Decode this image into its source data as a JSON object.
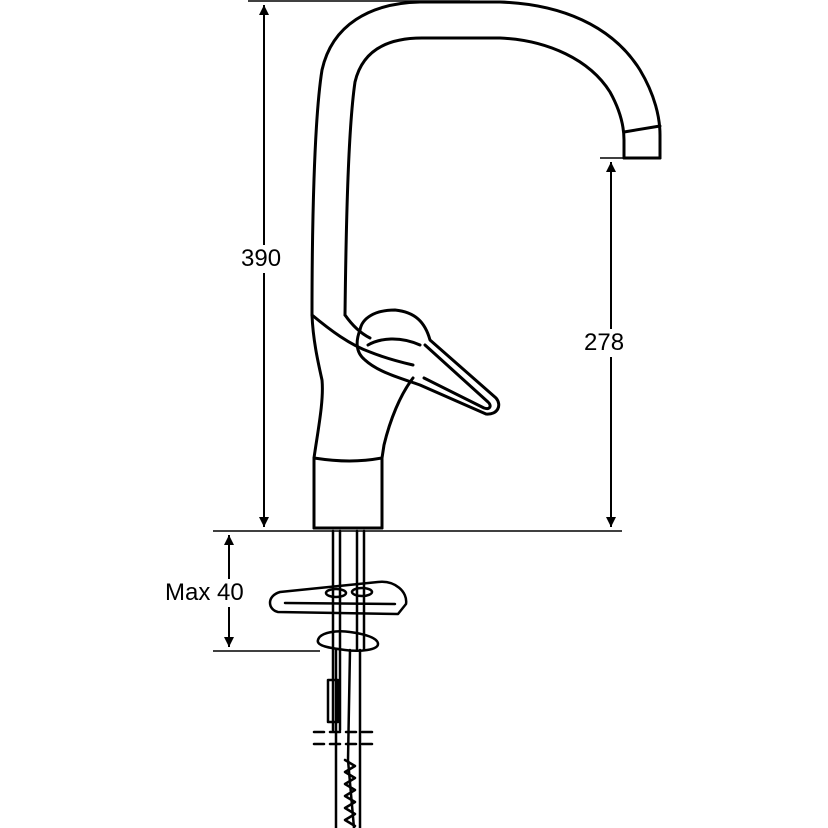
{
  "dimensions": {
    "total_height": "390",
    "spout_height": "278",
    "max_thickness": "Max 40"
  },
  "colors": {
    "line": "#000000",
    "background": "#ffffff"
  }
}
